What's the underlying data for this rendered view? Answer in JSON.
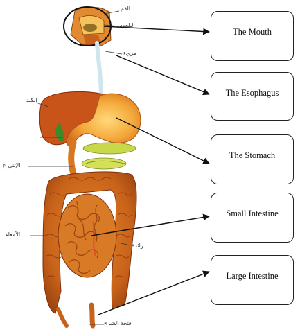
{
  "boxes": {
    "mouth": "The Mouth",
    "esophagus": "The Esophagus",
    "stomach": "The Stomach",
    "small_intestine": "Small Intestine",
    "large_intestine": "Large Intestine"
  },
  "arabic_labels": {
    "mouth_cavity": "الفم",
    "pharynx": "البلعوم",
    "esophagus": "مريء",
    "liver": "الكبد",
    "duodenum": "الإثني ع",
    "small_intestine": "الأمعاء",
    "appendix": "زائدة",
    "anus": "فتحة الشرج"
  },
  "colors": {
    "organ": "#d9761f",
    "organ_dark": "#a94a10",
    "liver": "#c8541a",
    "stomach": "#f2a33a",
    "pancreas": "#c9d84a",
    "esophagus": "#cfe6ee"
  }
}
